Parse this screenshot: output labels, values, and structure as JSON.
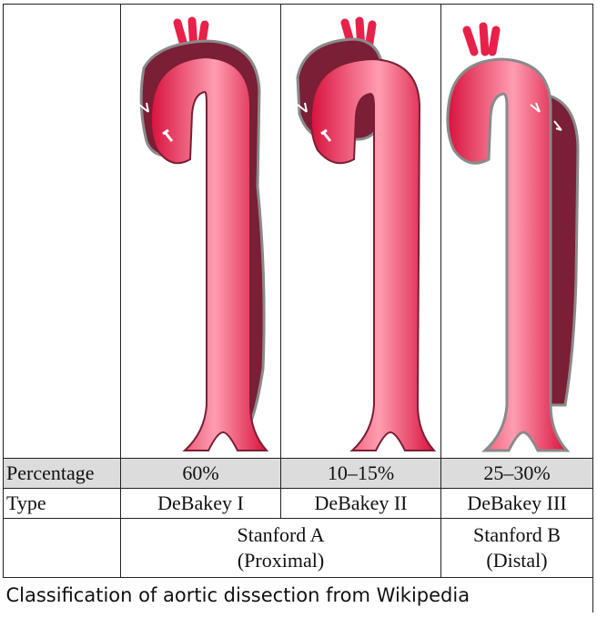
{
  "table": {
    "rows": {
      "percentage": {
        "label": "Percentage",
        "values": [
          "60%",
          "10–15%",
          "25–30%"
        ]
      },
      "type": {
        "label": "Type",
        "values": [
          "DeBakey I",
          "DeBakey II",
          "DeBakey III"
        ]
      },
      "stanford": {
        "a_line1": "Stanford A",
        "a_line2": "(Proximal)",
        "b_line1": "Stanford B",
        "b_line2": "(Distal)"
      }
    },
    "caption": "Classification of aortic dissection from Wikipedia"
  },
  "colors": {
    "aorta": "#e8214a",
    "aorta_light": "#ff8fa8",
    "false_lumen": "#7a1f35",
    "outline": "#8a8a8a"
  }
}
